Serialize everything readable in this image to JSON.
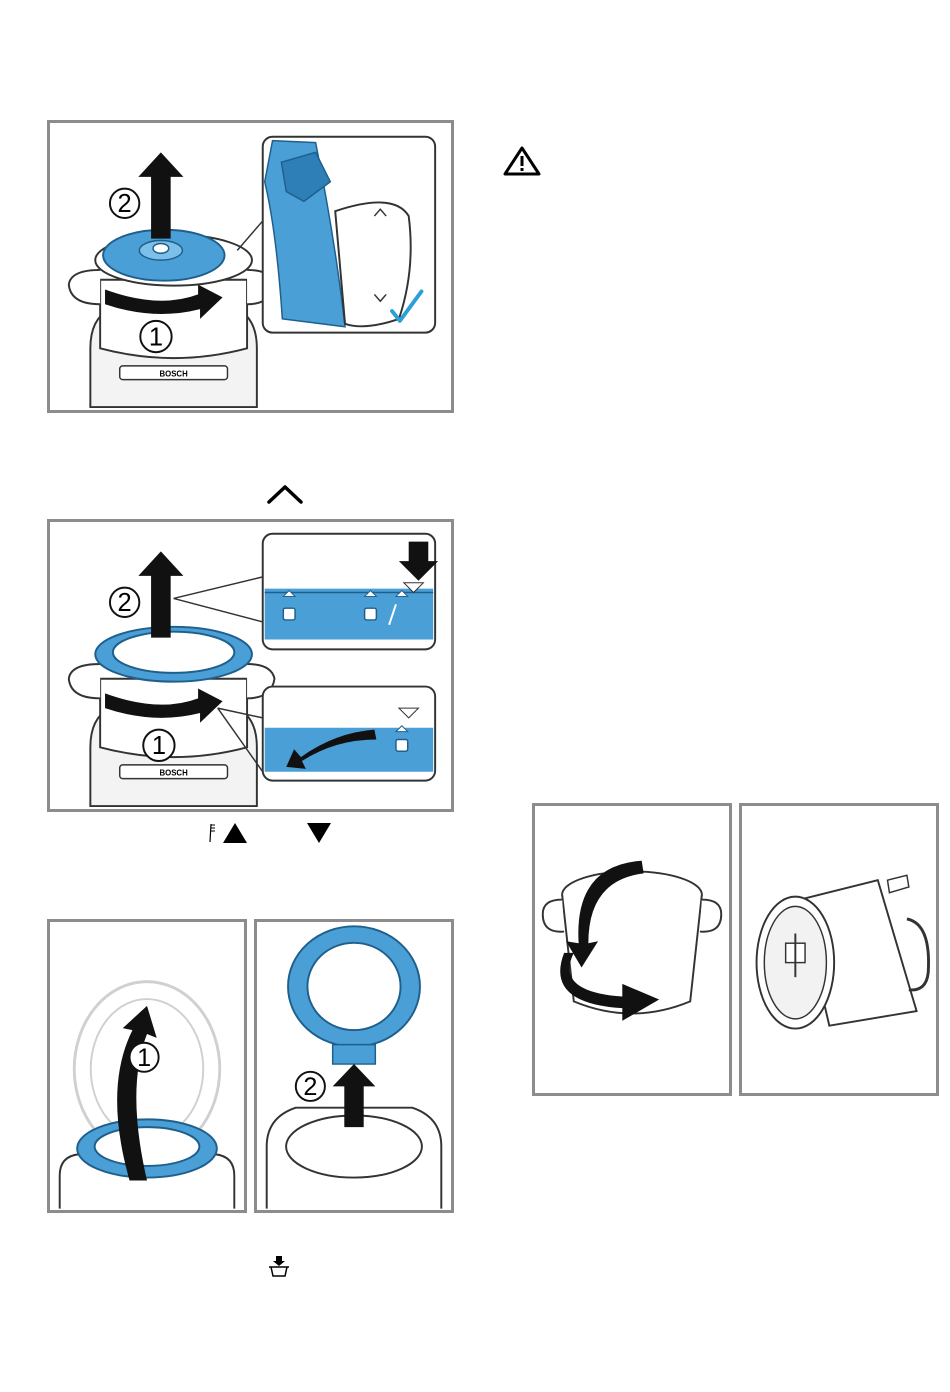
{
  "figures": {
    "fig1": {
      "step1": "1",
      "step2": "2",
      "brand": "BOSCH"
    },
    "fig2": {
      "step1": "1",
      "step2": "2",
      "brand": "BOSCH"
    },
    "fig3a": {
      "step1": "1"
    },
    "fig3b": {
      "step2": "2"
    }
  },
  "colors": {
    "accent": "#4a9fd6",
    "accent_dark": "#2e7fb8",
    "frame": "#8c8c8c",
    "check": "#2aa0d6"
  },
  "icons": [
    "warning-icon",
    "chevron-up-icon",
    "brush-icon",
    "triangle-up-icon",
    "triangle-down-icon",
    "basket-icon"
  ]
}
